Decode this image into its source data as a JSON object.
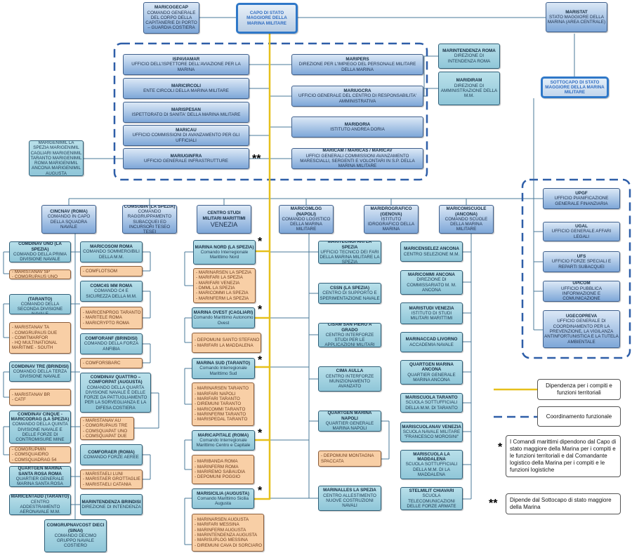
{
  "nodes": {
    "maricogecap": {
      "title": "MARICOGECAP",
      "desc": "COMANDO GENERALE DEL CORPO DELLA CAPITANERIE DI PORTO – GUARDIA COSTIERA"
    },
    "capo": {
      "title": "CAPO DI STATO MAGGIORE DELLA MARINA MILITARE",
      "desc": ""
    },
    "maristat": {
      "title": "MARISTAT",
      "desc": "STATO MAGGIORE DELLA MARINA (AREA CENTRALE)"
    },
    "sottocapo": {
      "title": "SOTTOCAPO DI STATO MAGGIORE DELLA MARINA MILITARE",
      "desc": ""
    },
    "marintendenza_roma": {
      "title": "MARINTENDENZA ROMA",
      "desc": "DIREZIONE DI INTENDENZA ROMA"
    },
    "maridiram": {
      "title": "MARIDIRAM",
      "desc": "DIREZIONE DI AMMINISTRAZIONE DELLA M.M."
    },
    "ispaviamar": {
      "title": "ISPAVIAMAR",
      "desc": "UFFICIO DELL'ISPETTORE DELL'AVIAZIONE PER LA MARINA"
    },
    "maricircoli": {
      "title": "MARICIRCOLI",
      "desc": "ENTE CIRCOLI DELLA MARINA MILITARE"
    },
    "marispesan": {
      "title": "MARISPESAN",
      "desc": "ISPETTORATO DI SANITA' DELLA MARINA MILITARE"
    },
    "maricau": {
      "title": "MARICAU",
      "desc": "UFFICIO COMMISSIONI DI AVANZAMENTO PER GLI UFFICIALI"
    },
    "mariuginfra": {
      "title": "MARIUGINFRA",
      "desc": "UFFICIO GENERALE INFRASTRUTTURE"
    },
    "maripers": {
      "title": "MARIPERS",
      "desc": "DIREZIONE PER L'IMPIEGO DEL PERSONALE MILITARE DELLA MARINA"
    },
    "mariugcra": {
      "title": "MARIUGCRA",
      "desc": "UFFICIO GENERALE DEL CENTRO DI RESPONSABILITA' AMMINISTRATIVA"
    },
    "maridoria": {
      "title": "MARIDORIA",
      "desc": "ISTITUTO ANDREA DORIA"
    },
    "maricam": {
      "title": "MARICAM / MARICAS / MARICAV",
      "desc": "UFFICI GENERALI COMMISSIONI AVANZAMENTO MARESCIALLI, SERGENTI E VOLONTARI IN S.P. DELLA MARINA MILITARE"
    },
    "marigenimil": {
      "title": "",
      "desc": "MARIGENIMIL LA SPEZIA MARIGENIMIL CAGLIARI MARIGENIMIL TARANTO MARIGENIMIL ROMA MARIGENIMIL ANCONA MARIGENIMIL AUGUSTA"
    },
    "upgf": {
      "title": "UPGF",
      "desc": "UFFICIO PIANIFICAZIONE GENERALE FINANZIARIA"
    },
    "ugal": {
      "title": "UGAL",
      "desc": "UFFICIO GENERALE AFFARI LEGALI"
    },
    "ufs": {
      "title": "UFS",
      "desc": "UFFICIO FORZE SPECIALI E REPARTI SUBACQUEI"
    },
    "upicom": {
      "title": "UPICOM",
      "desc": "UFFICIO PUBBLICA INFORMAZIONE E COMUNICAZIONE"
    },
    "ugecopreva": {
      "title": "UGECOPREVA",
      "desc": "UFFICIO GENERALE DI COORDINAMENTO PER LA PREVENZIONE, LA VIGILANZA ANTINFORTUNISTICA E LA TUTELA AMBIENTALE"
    },
    "cincnav": {
      "title": "CINCNAV (ROMA)",
      "desc": "COMANDO IN CAPO DELLA SQUADRA NAVALE"
    },
    "comsubin": {
      "title": "COMSUBIN (LA SPEZIA)",
      "desc": "COMANDO RAGGRUPPAMENTO SUBACQUEI ED INCURSORI TESEO TESEI"
    },
    "centrostudi": {
      "title": "CENTRO STUDI MILITARI MARITTIMI",
      "desc": "VENEZIA"
    },
    "maricomlog": {
      "title": "MARICOMLOG (NAPOLI)",
      "desc": "COMANDO LOGISTICO DELLA MARINA MILITARE"
    },
    "maridrografico": {
      "title": "MARIDROGRAFICO (GENOVA)",
      "desc": "ISTITUTO IDROGRAFICO DELLA MARINA"
    },
    "maricomscuole": {
      "title": "MARICOMSCUOLE (ANCONA)",
      "desc": "COMANDO SCUOLE DELLA MARINA MILITARE"
    },
    "comdinav_uno": {
      "title": "COMDINAV UNO (LA SPEZIA)",
      "desc": "COMANDO DELLA PRIMA DIVISIONE NAVALE"
    },
    "comdinav_due": {
      "title": "COMDINAV DUE (TARANTO)",
      "desc": "COMANDO DELLA SECONDA DIVISIONE NAVALE"
    },
    "comdinav_tre": {
      "title": "COMDINAV TRE (BRINDISI)",
      "desc": "COMANDO DELLA TERZA DIVISIONE NAVALE"
    },
    "comdinav_cinque": {
      "title": "COMDINAV CINQUE - MARICODRAG (LA SPEZIA)",
      "desc": "COMANDO DELLA QUINTA DIVISIONE NAVALE E DELLE FORZE DI CONTROMISURE MINE"
    },
    "quartgen_santarosa": {
      "title": "QUARTGEN MARINA SANTA ROSA ROMA",
      "desc": "QUARTIER GENERALE MARINA SANTA ROSA"
    },
    "maricentadd": {
      "title": "MARICENTADD (TARANTO)",
      "desc": "CENTRO ADDESTRAMENTO AERONAVALE M.M."
    },
    "maricosom": {
      "title": "MARICOSOM ROMA",
      "desc": "COMANDO SOMMERGIBILI DELLA M.M."
    },
    "comc4s": {
      "title": "COMC4S MM ROMA",
      "desc": "COMANDO C4 E SICUREZZA DELLA M.M."
    },
    "comforanf": {
      "title": "COMFORANF (BRINDISI)",
      "desc": "COMANDO DELLA FORZA ANFIBIA"
    },
    "comdinav_quattro": {
      "title": "COMDINAV QUATTRO – COMFORPAT (AUGUSTA)",
      "desc": "COMANDO DELLA QUARTA DIVISIONE NAVALE E DELLE FORZE DA PATTUGLIAMENTO PER LA SORVEGLIANZA E LA DIFESA COSTIERA"
    },
    "comforaer": {
      "title": "COMFORAER (ROMA)",
      "desc": "COMANDO FORZE AEREE"
    },
    "marintendenza_brindisi": {
      "title": "MARINTENDENZA BRINDISI",
      "desc": "DIREZIONE DI INTENDENZA"
    },
    "comgrupnavcost": {
      "title": "COMGRUPNAVCOST DIECI (SINAI)",
      "desc": "COMANDO DECIMO GRUPPO NAVALE COSTIERO"
    },
    "marina_nord": {
      "title": "MARINA NORD (LA SPEZIA)",
      "desc": "Comando Interregionale Marittimo Nord"
    },
    "marina_ovest": {
      "title": "MARINA OVEST (CAGLIARI)",
      "desc": "Comando Marittimo Autonomo Ovest"
    },
    "marina_sud": {
      "title": "MARINA SUD (TARANTO)",
      "desc": "Comando Interregionale Marittimo Sud"
    },
    "maricapitale": {
      "title": "MARICAPITALE (ROMA)",
      "desc": "Comando Interregionale Marittimo Centro e  Capitale"
    },
    "marisicilia": {
      "title": "MARISICILIA (AUGUSTA)",
      "desc": "Comando Marittimo Sicilia Augusta"
    },
    "maritecnofari": {
      "title": "MARITECNOFARI LA SPEZIA",
      "desc": "UFFICIO TECNICO DEI FARI DELLA MARINA MILITARE LA SPEZIA"
    },
    "cssn": {
      "title": "CSSN (LA SPEZIA)",
      "desc": "CENTRO DI SUPPORTO E SPERIMENTAZIONE NAVALE"
    },
    "cisam": {
      "title": "CISAM SAN PIERO A GRADO",
      "desc": "CENTRO INTERFORZE STUDI PER LE APPLICAZIONI MILITARI"
    },
    "cima": {
      "title": "CIMA AULLA",
      "desc": "CENTRO INTERFORZE MUNIZIONAMENTO AVANZATO"
    },
    "quartgen_napoli": {
      "title": "QUARTGEN MARINA NAPOLI",
      "desc": "QUARTIER GENERALE MARINA NAPOLI"
    },
    "marinalles": {
      "title": "MARINALLES LA SPEZIA",
      "desc": "CENTRO ALLESTIMENTO NUOVE COSTRUZIONI NAVALI"
    },
    "maricenselez": {
      "title": "MARICENSELEZ ANCONA",
      "desc": "CENTRO SELEZIONE M.M."
    },
    "maricommi_ancona": {
      "title": "MARICOMMI ANCONA",
      "desc": "DIREZIONE DI COMMISSARIATO M. M. ANCONA"
    },
    "maristudi": {
      "title": "MARISTUDI VENEZIA",
      "desc": "ISTITUTO DI STUDI MILITARI MARITTIMI"
    },
    "marinaccad": {
      "title": "MARINACCAD LIVORNO",
      "desc": "ACCADEMIA NAVALE"
    },
    "quartgen_ancona": {
      "title": "QUARTGEN MARINA ANCONA",
      "desc": "QUARTIER GENERALE MARINA ANCONA"
    },
    "mariscuola_taranto": {
      "title": "MARISCUOLA TARANTO",
      "desc": "SCUOLA SOTTUFFICIALI DELLA M.M. DI TARANTO"
    },
    "mariscuolanav": {
      "title": "MARISCUOLANAV VENEZIA",
      "desc": "SCUOLA NAVALE MILITARE \"FRANCESCO MOROSINI\""
    },
    "mariscuola_maddalena": {
      "title": "MARISCUOLA LA MADDALENA",
      "desc": "SCUOLA SOTTUFFICIALI DELLA M.M. DI LA MADDALENA"
    },
    "stelmilit": {
      "title": "STELMILIT CHIAVARI",
      "desc": "SCUOLA TELECOMUNICAZIONI DELLE FORZE ARMATE"
    }
  },
  "lists": {
    "l_uno": [
      "MARISTANAV SP",
      "COMGRUPAUS UNO"
    ],
    "l_due": [
      "MARISTANAV TA",
      "COMGRUPAUS DUE",
      "COMITMARFOR",
      "HQ MULTINATIONAL MARITIME - SOUTH"
    ],
    "l_tre": [
      "MARISTANAV BR",
      "CATF"
    ],
    "l_cinque": [
      "COMGRUPMIN",
      "COMSQUAIDRO",
      "COMSQUADRAG 54"
    ],
    "l_comflotsom": [
      "COMFLOTSOM"
    ],
    "l_c4s": [
      "MARICENPROG TARANTO",
      "MARITELE ROMA",
      "MARICRYPTO ROMA"
    ],
    "l_comforsbarc": [
      "COMFORSBARC"
    ],
    "l_quattro": [
      "MARISTANAV AU",
      "COMGRUPAUS TRE",
      "COMSQUAPAT UNO",
      "COMSQUAPAT DUE"
    ],
    "l_comforaer": [
      "MARISTAELI LUNI",
      "MARISTAER GROTTAGLIE",
      "MARISTAELI CATANIA"
    ],
    "l_nord": [
      "MARINARSEN LA SPEZIA",
      "MARIFARI LA SPEZIA",
      "MARIFARI VENEZIA",
      "DMML LA SPEZIA",
      "MARICOMMI LA SPEZIA",
      "MARINFERM LA SPEZIA"
    ],
    "l_ovest": [
      "DEPOMUNI SANTO STEFANO",
      "MARIFARI LA MADDALENA"
    ],
    "l_sud": [
      "MARINARSEN TARANTO",
      "MARIFARI NAPOLI",
      "MARIFARI TARANTO",
      "DIREMUNI TARANTO",
      "MARICOMMI TARANTO",
      "MARINFERM TARANTO",
      "MARISPEDAL TARANTO"
    ],
    "l_capitale": [
      "MARIBANDA ROMA",
      "MARINFERM ROMA",
      "MARIREMO SABAUDIA",
      "DEPOMUNI POGGIO"
    ],
    "l_sicilia": [
      "MARINARSEN AUGUSTA",
      "MARIFARI MESSINA",
      "MARINFERM AUGUSTA",
      "MARINTENDENZA AUGUSTA",
      "MARISUPLOG MESSINA",
      "DIREMUNI CAVA DI SORCIARO"
    ],
    "l_napoli": [
      "DEPOMUNI MONTAGNA SPACCATA"
    ]
  },
  "stars": {
    "single": "*",
    "double": "**"
  },
  "legend": {
    "territorial": "Dipendenza per i compiti e funzioni territoriali",
    "functional": "Coordinamento funzionale",
    "note_single": "I Comandi marittimi dipendono dal Capo di stato maggiore della Marina per i compiti e le funzioni territoriali e dal Comandante logistico della Marina per i compiti e le funzioni logistiche",
    "note_double": "Dipende dal Sottocapo di stato maggiore della Marina"
  },
  "colors": {
    "unit": "#9fd1e0",
    "staff": "#8fb2df",
    "list": "#f8cfa6",
    "territorial_line": "#e8c21f",
    "functional_line": "#2e5ea8"
  }
}
